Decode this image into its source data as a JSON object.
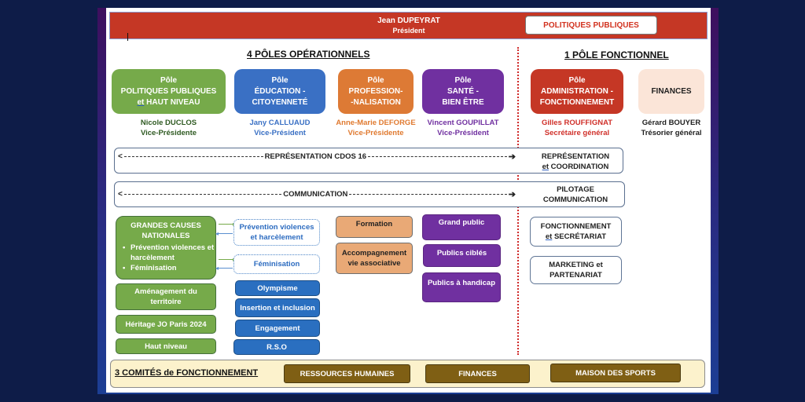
{
  "header": {
    "president_name": "Jean DUPEYRAT",
    "president_role": "Président",
    "politiques_publiques_button": "POLITIQUES PUBLIQUES"
  },
  "sections": {
    "operational_title": "4 PÔLES OPÉRATIONNELS",
    "functional_title": "1 PÔLE FONCTIONNEL"
  },
  "poles": [
    {
      "line1": "Pôle",
      "line2": "POLITIQUES PUBLIQUES",
      "line3_prefix": "et",
      "line3": " HAUT NIVEAU",
      "person": "Nicole DUCLOS",
      "role": "Vice-Présidente",
      "color": "#76aa4a",
      "text_color": "#2f5a22"
    },
    {
      "line1": "Pôle",
      "line2": "ÉDUCATION -",
      "line3": "CITOYENNETÉ",
      "person": "Jany CALLUAUD",
      "role": "Vice-Président",
      "color": "#3a70c4",
      "text_color": "#3a70c4"
    },
    {
      "line1": "Pôle",
      "line2": "PROFESSION-",
      "line3": "-NALISATION",
      "person": "Anne-Marie DEFORGE",
      "role": "Vice-Présidente",
      "color": "#dd7a35",
      "text_color": "#e07a30"
    },
    {
      "line1": "Pôle",
      "line2": "SANTÉ -",
      "line3": "BIEN ÊTRE",
      "person": "Vincent GOUPILLAT",
      "role": "Vice-Président",
      "color": "#7030a0",
      "text_color": "#7030a0"
    },
    {
      "line1": "Pôle",
      "line2": "ADMINISTRATION -",
      "line3": "FONCTIONNEMENT",
      "person": "Gilles ROUFFIGNAT",
      "role": "Secrétaire général",
      "color": "#c53725",
      "text_color": "#d0302a"
    },
    {
      "line1": "FINANCES",
      "person": "Gérard BOUYER",
      "role": "Trésorier général",
      "color": "#fbe5d8",
      "text_color": "#222222"
    }
  ],
  "bands": {
    "representation": "REPRÉSENTATION CDOS 16",
    "communication": "COMMUNICATION",
    "representation_right_line1": "REPRÉSENTATION",
    "representation_right_prefix": "et",
    "representation_right_line2": " COORDINATION",
    "communication_right_line1": "PILOTAGE",
    "communication_right_line2": "COMMUNICATION"
  },
  "green_items": {
    "grandes_causes_title1": "GRANDES CAUSES",
    "grandes_causes_title2": "NATIONALES",
    "grandes_causes_bullets": [
      "Prévention violences et harcèlement",
      "Féminisation"
    ],
    "amenagement": "Aménagement du territoire",
    "heritage": "Héritage JO Paris 2024",
    "haut_niveau": "Haut niveau"
  },
  "linked_items": {
    "prevention_line1": "Prévention violences",
    "prevention_line2": "et harcèlement",
    "feminisation": "Féminisation"
  },
  "blue_items": [
    "Olympisme",
    "Insertion et inclusion",
    "Engagement",
    "R.S.O"
  ],
  "orange_items": [
    "Formation",
    "Accompagnement vie associative"
  ],
  "purple_items": [
    "Grand public",
    "Publics ciblés",
    "Publics à handicap"
  ],
  "admin_items": {
    "fonctionnement_line1": "FONCTIONNEMENT",
    "fonctionnement_prefix": "et",
    "fonctionnement_line2": " SECRÉTARIAT",
    "marketing_line1": "MARKETING et",
    "marketing_line2": "PARTENARIAT"
  },
  "committees": {
    "title": "3 COMITÉS de FONCTIONNEMENT",
    "items": [
      "RESSOURCES HUMAINES",
      "FINANCES",
      "MAISON DES SPORTS"
    ]
  },
  "glyphs": {
    "arrow_left": "<",
    "arrow_right": "➔",
    "tri_right": "▸",
    "tri_left": "◂"
  }
}
